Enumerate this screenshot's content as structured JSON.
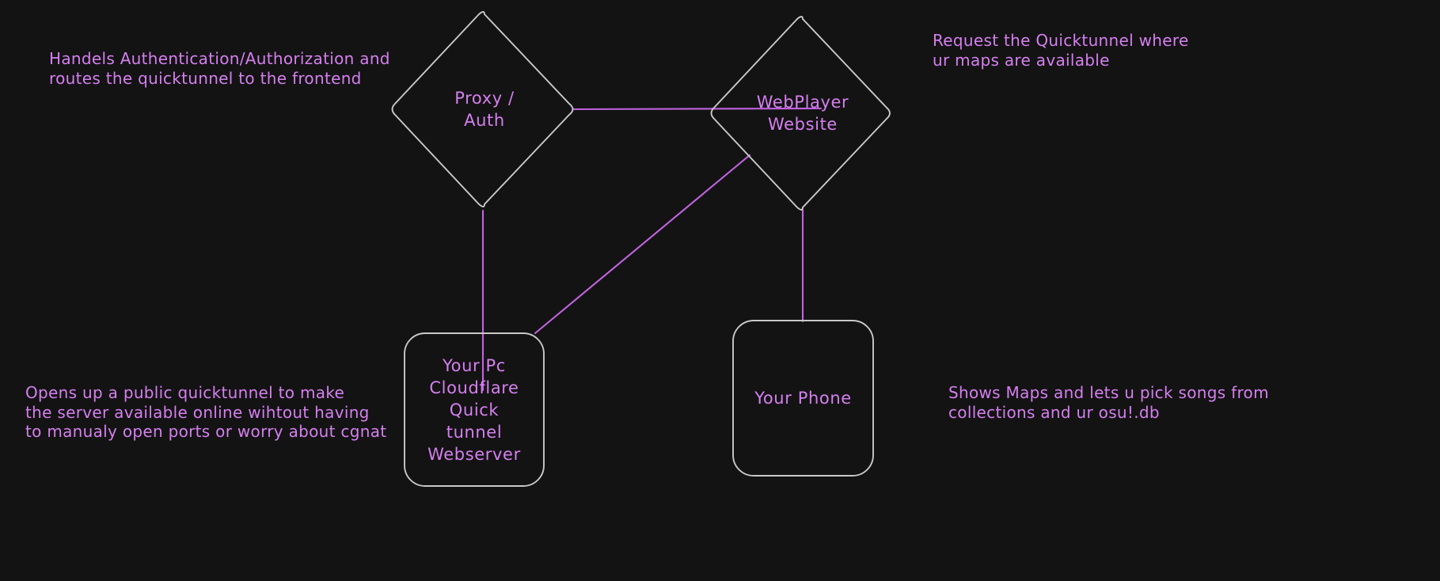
{
  "diagram": {
    "background_color": "#131313",
    "node_stroke_color": "#c9c9c9",
    "edge_color": "#c163e0",
    "text_color": "#d67ff0",
    "nodes": [
      {
        "id": "proxy-auth",
        "shape": "diamond",
        "label": "Proxy /\nAuth"
      },
      {
        "id": "webplayer",
        "shape": "diamond",
        "label": "WebPlayer\nWebsite"
      },
      {
        "id": "your-pc",
        "shape": "rounded-rect",
        "label": "Your Pc\nCloudflare Quick\ntunnel\nWebserver"
      },
      {
        "id": "your-phone",
        "shape": "rounded-rect",
        "label": "Your Phone"
      }
    ],
    "edges": [
      {
        "id": "edge-proxy-webplayer",
        "from": "proxy-auth",
        "to": "webplayer"
      },
      {
        "id": "edge-proxy-your-pc",
        "from": "proxy-auth",
        "to": "your-pc"
      },
      {
        "id": "edge-webplayer-your-pc",
        "from": "webplayer",
        "to": "your-pc"
      },
      {
        "id": "edge-webplayer-your-phone",
        "from": "webplayer",
        "to": "your-phone"
      }
    ],
    "annotations": [
      {
        "id": "annotation-proxy",
        "target": "proxy-auth",
        "text": "Handels Authentication/Authorization and\nroutes the quicktunnel to the frontend"
      },
      {
        "id": "annotation-webplayer",
        "target": "webplayer",
        "text": "Request the Quicktunnel where\nur maps are available"
      },
      {
        "id": "annotation-your-pc",
        "target": "your-pc",
        "text": "Opens up a public quicktunnel to make\nthe server available online wihtout having\nto manualy open ports or worry about cgnat"
      },
      {
        "id": "annotation-your-phone",
        "target": "your-phone",
        "text": "Shows Maps and lets u pick songs from\ncollections and ur osu!.db"
      }
    ]
  }
}
